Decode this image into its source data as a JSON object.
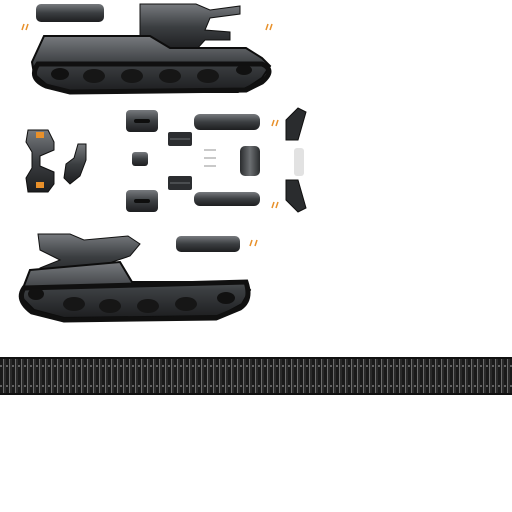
{
  "sheet": {
    "kind": "texture-atlas",
    "background": "#ffffff",
    "palette": {
      "steel_light": "#6a6d70",
      "steel_dark": "#222426",
      "rubber": "#1a1a1a",
      "accent": "#e8902a"
    },
    "parts": [
      "tracked-chassis-top",
      "tracked-chassis-bottom",
      "small-plates",
      "bracket-pieces",
      "track-tread-strip"
    ]
  }
}
